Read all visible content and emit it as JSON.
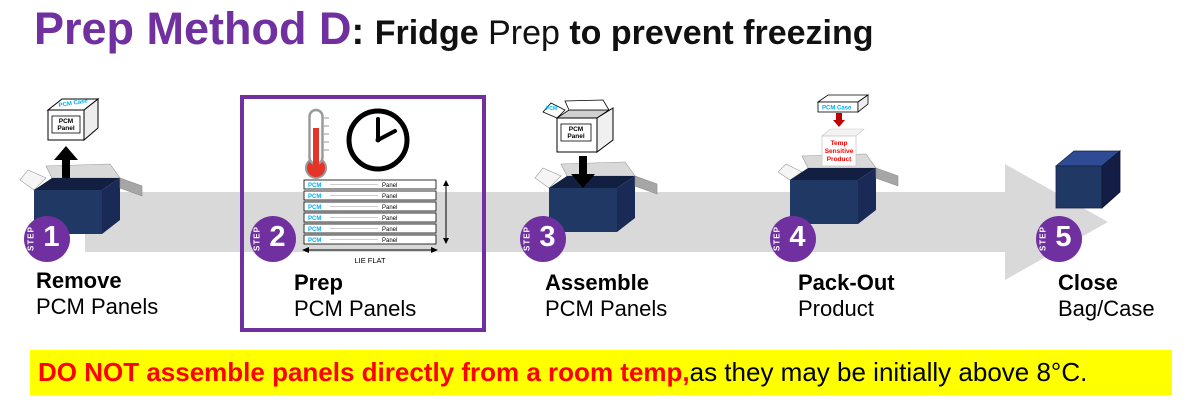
{
  "title": {
    "method": "Prep Method ",
    "letter": "D",
    "colon": ": ",
    "fridge": "Fridge ",
    "prep": "Prep ",
    "rest": "to prevent freezing"
  },
  "steps": [
    {
      "step_word": "STEP",
      "number": "1",
      "line1": "Remove",
      "line2": "PCM Panels"
    },
    {
      "step_word": "STEP",
      "number": "2",
      "line1": "Prep",
      "line2": "PCM Panels"
    },
    {
      "step_word": "STEP",
      "number": "3",
      "line1": "Assemble",
      "line2": "PCM Panels"
    },
    {
      "step_word": "STEP",
      "number": "4",
      "line1": "Pack-Out",
      "line2": "Product"
    },
    {
      "step_word": "STEP",
      "number": "5",
      "line1": "Close",
      "line2": "Bag/Case"
    }
  ],
  "icons": {
    "pcm": "PCM",
    "panel": "Panel",
    "pcm_case": "PCM Case",
    "lie_flat": "LIE FLAT",
    "temp1": "Temp",
    "temp2": "Sensitive",
    "temp3": "Product"
  },
  "warning": {
    "red": "DO NOT assemble panels directly from a room temp,",
    "black": " as they may be initially above 8°C."
  },
  "colors": {
    "purple": "#7030A0",
    "navy_box": "#203864",
    "arrow_gray": "#D9D9D9",
    "cyan": "#00B0F0",
    "warning_bg": "#FFFF00",
    "warning_red": "#FF0000"
  }
}
